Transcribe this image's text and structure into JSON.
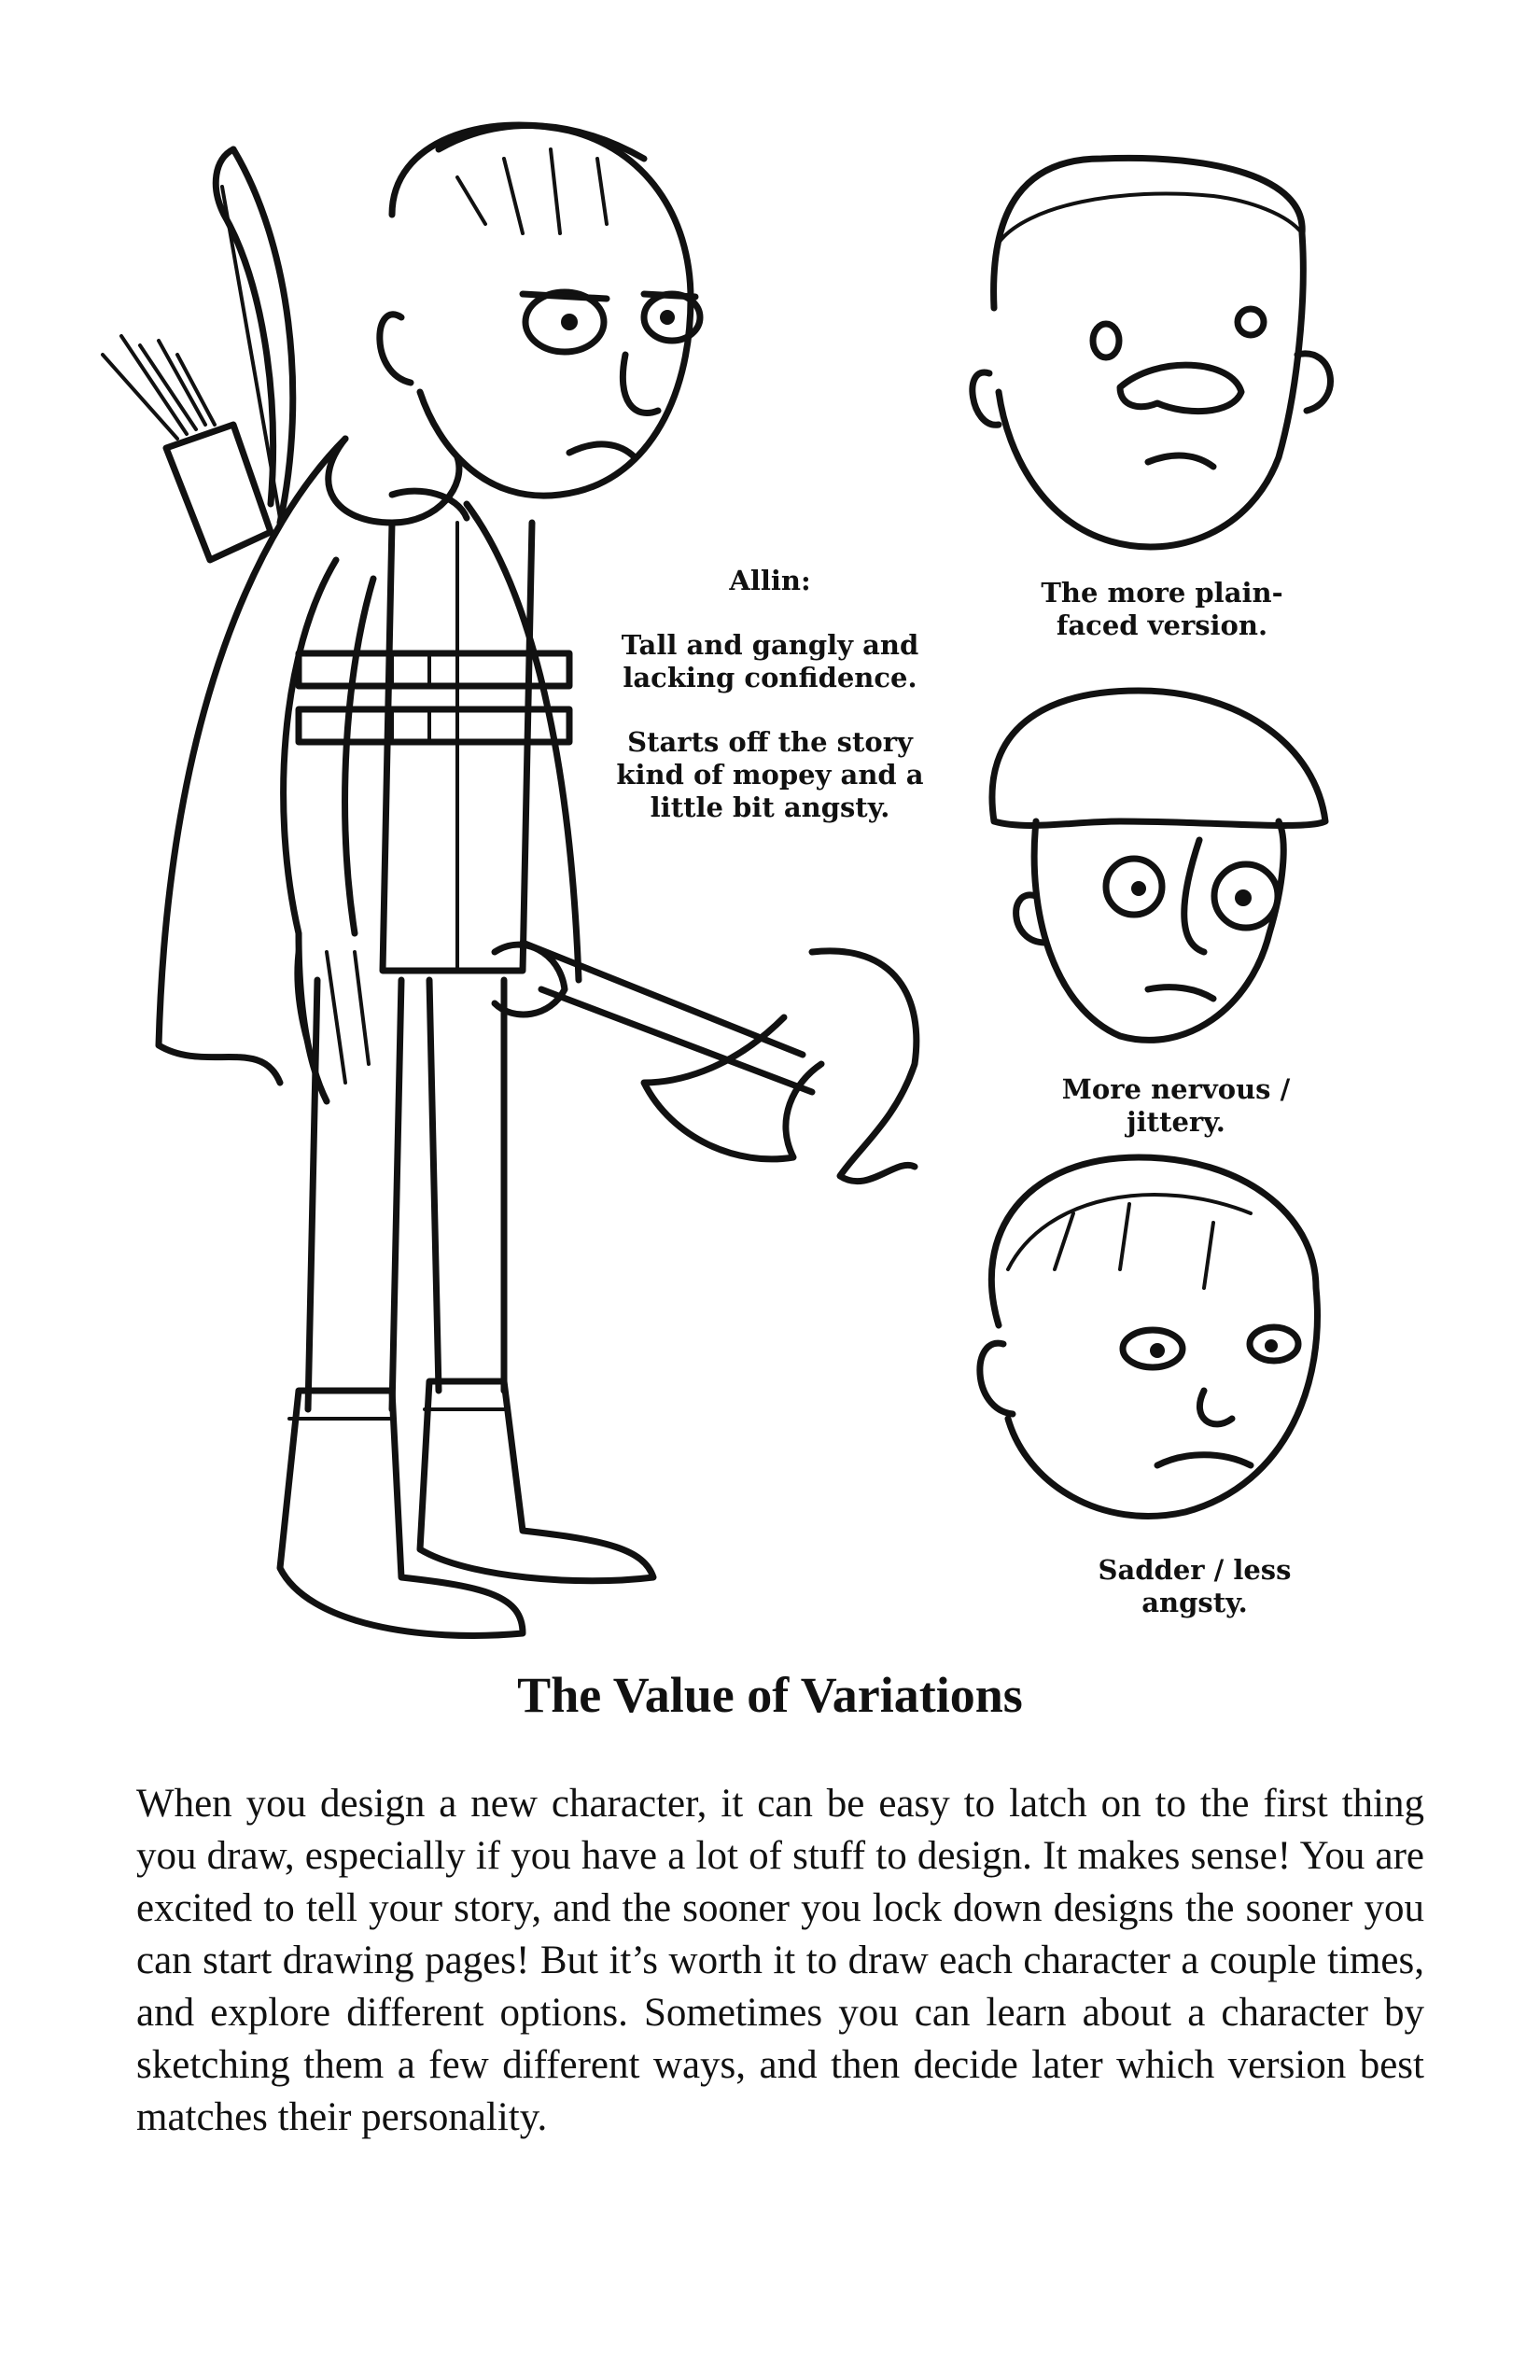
{
  "captions": {
    "allin_name": "Allin:",
    "allin_desc1": "Tall and gangly and lacking confidence.",
    "allin_desc2": "Starts off the story kind of mopey and a little bit angsty.",
    "variant1": "The more plain-faced version.",
    "variant2": "More nervous / jittery.",
    "variant3": "Sadder / less angsty."
  },
  "section": {
    "title": "The Value of Variations",
    "body": "When you design a new character, it can be easy to latch on to the first thing you draw, especially if you have a lot of stuff to design. It makes sense! You are excited to tell your story, and the sooner you lock down designs the sooner you can start drawing pages! But it’s worth it to draw each character a couple times, and explore different options. Sometimes you can learn about a character by sketching them a few different ways, and then decide later which version best matches their personality."
  }
}
